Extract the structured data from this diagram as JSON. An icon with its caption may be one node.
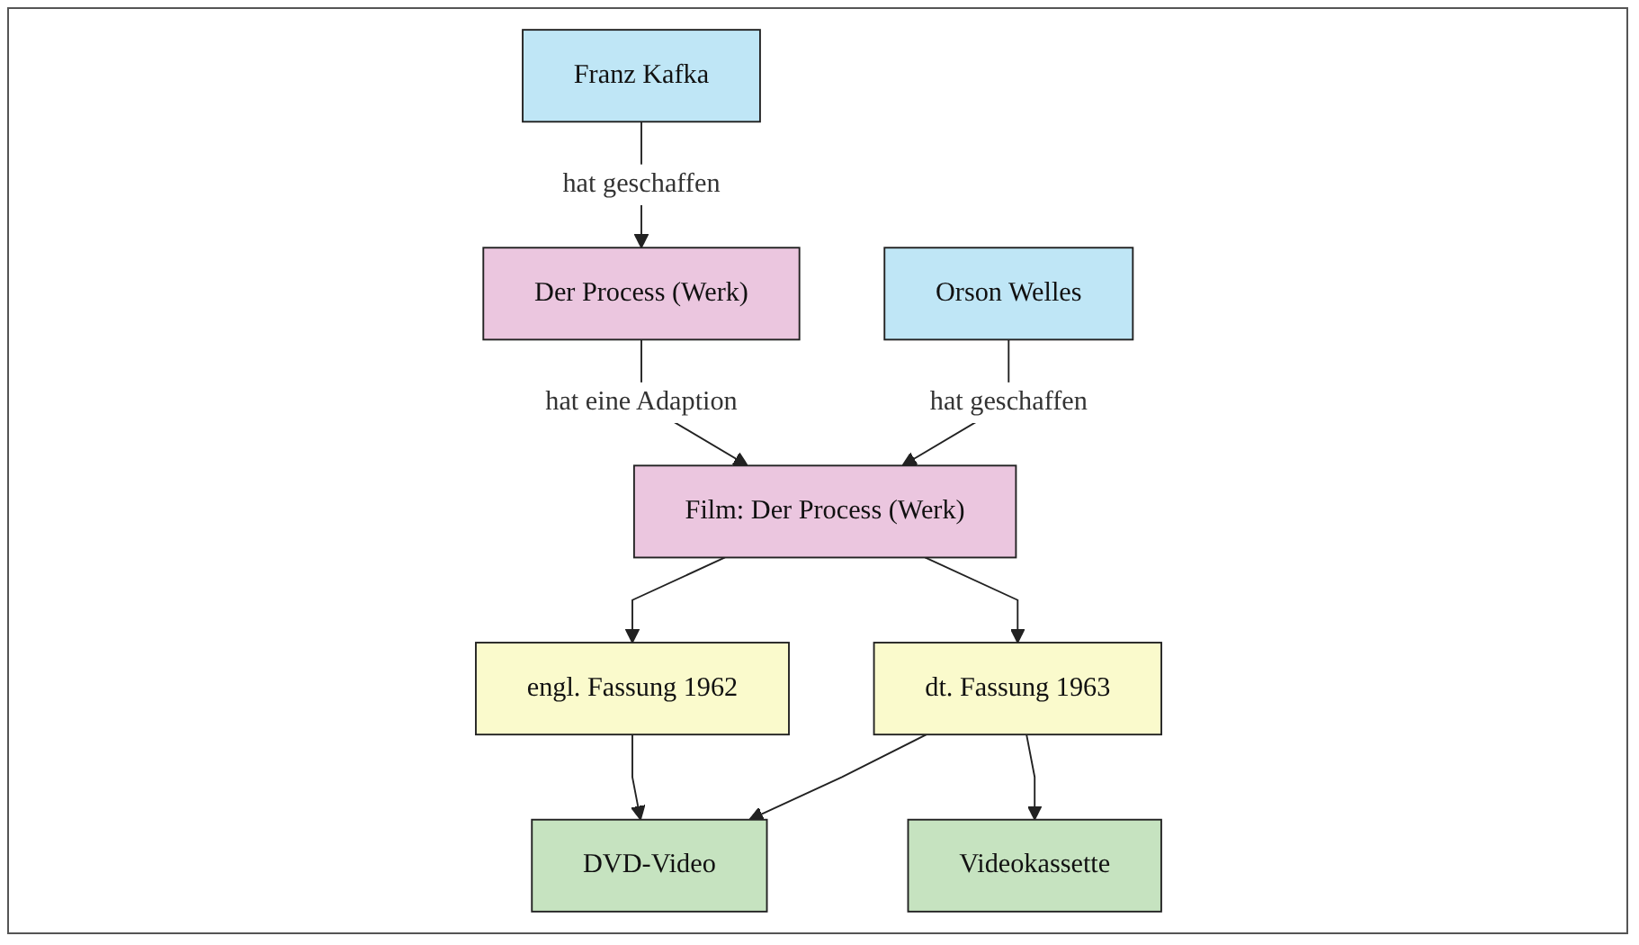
{
  "diagram": {
    "nodes": [
      {
        "text": [
          "Franz Kafka"
        ]
      },
      {
        "text": [
          "Der Process (Werk)"
        ]
      },
      {
        "text": [
          "Orson Welles"
        ]
      },
      {
        "text": [
          "Film: Der Process (Werk)"
        ]
      },
      {
        "text": [
          "engl. Fassung 1962"
        ]
      },
      {
        "text": [
          "dt. Fassung 1963"
        ]
      },
      {
        "text": [
          "DVD-Video"
        ]
      },
      {
        "text": [
          "Videokassette"
        ]
      }
    ],
    "edges": [
      {
        "from": 0,
        "to": 1,
        "arrow": "to",
        "label": "hat geschaffen"
      },
      {
        "from": 1,
        "to": 3,
        "arrow": "to",
        "label": "hat eine Adaption"
      },
      {
        "from": 2,
        "to": 3,
        "arrow": "to",
        "label": "hat geschaffen"
      },
      {
        "from": 3,
        "to": 4,
        "arrow": "to"
      },
      {
        "from": 3,
        "to": 5,
        "arrow": "to"
      },
      {
        "from": 4,
        "to": 6,
        "arrow": "to"
      },
      {
        "from": 5,
        "to": 6,
        "arrow": "to"
      },
      {
        "from": 5,
        "to": 7,
        "arrow": "to"
      }
    ]
  }
}
